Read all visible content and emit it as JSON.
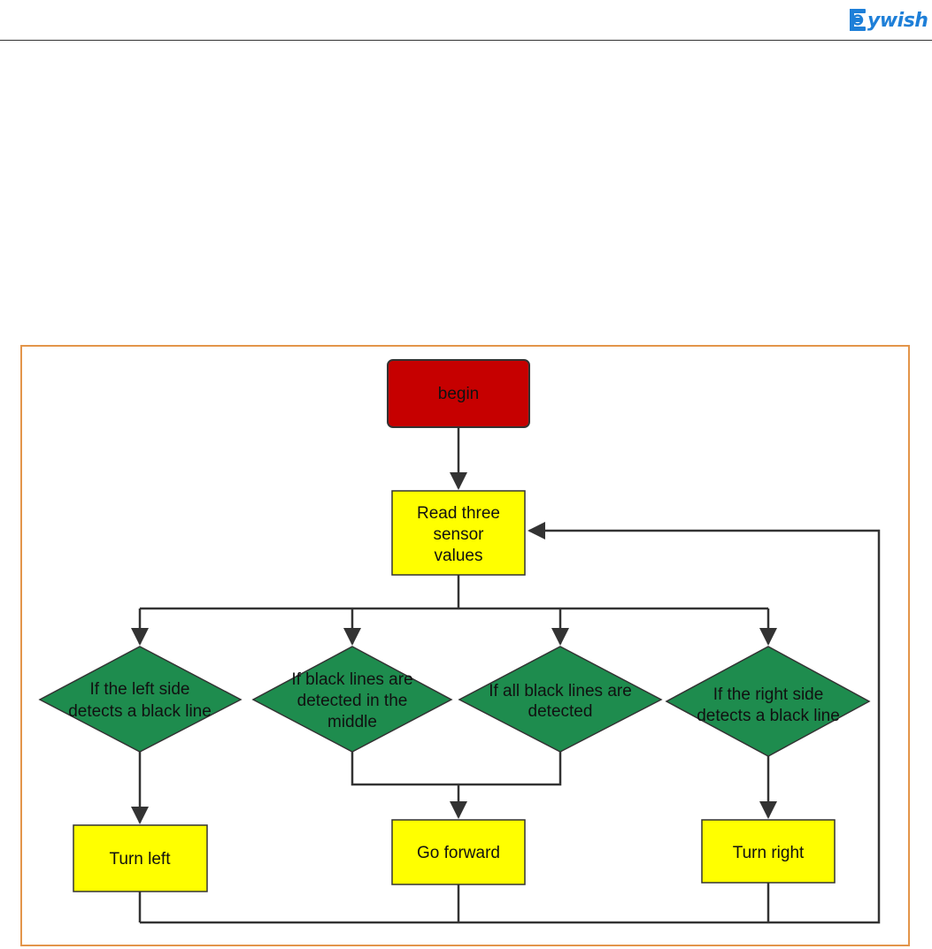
{
  "header": {
    "logo_text": "ywish"
  },
  "flowchart": {
    "nodes": {
      "begin": {
        "lines": [
          "begin"
        ],
        "fill": "#c60000"
      },
      "read": {
        "lines": [
          "Read three",
          "sensor",
          "values"
        ],
        "fill": "#ffff00"
      },
      "left_check": {
        "lines": [
          "If the left side",
          "detects a black line"
        ],
        "fill": "#1e8c4e"
      },
      "middle_check": {
        "lines": [
          "If black lines are",
          "detected in the",
          "middle"
        ],
        "fill": "#1e8c4e"
      },
      "all_check": {
        "lines": [
          "If all black lines are",
          "detected"
        ],
        "fill": "#1e8c4e"
      },
      "right_check": {
        "lines": [
          "If the right side",
          "detects a black line"
        ],
        "fill": "#1e8c4e"
      },
      "turn_left": {
        "lines": [
          "Turn left"
        ],
        "fill": "#ffff00"
      },
      "go_forward": {
        "lines": [
          "Go forward"
        ],
        "fill": "#ffff00"
      },
      "turn_right": {
        "lines": [
          "Turn right"
        ],
        "fill": "#ffff00"
      }
    },
    "colors": {
      "frame": "#e3954a",
      "line": "#333333",
      "logo": "#1e7fd8"
    }
  }
}
